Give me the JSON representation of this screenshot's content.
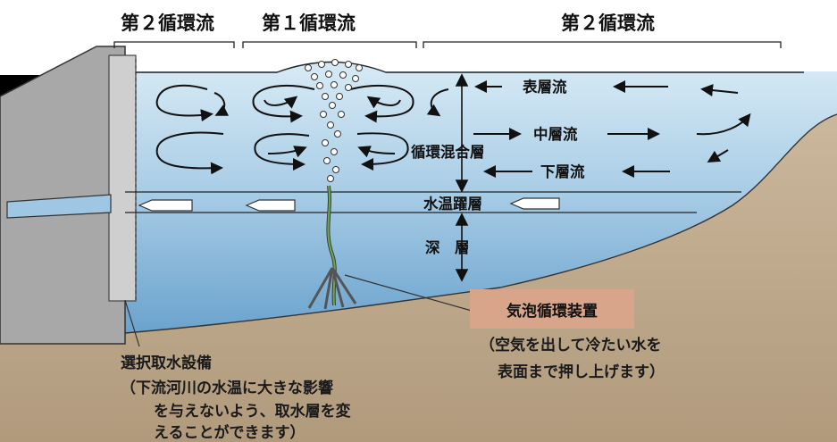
{
  "header": {
    "left_label": "第２循環流",
    "center_label": "第１循環流",
    "right_label": "第２循環流"
  },
  "flows": {
    "surface": "表層流",
    "middle": "中層流",
    "lower": "下層流",
    "mixing_layer": "循環混合層",
    "thermocline": "水温躍層",
    "deep_layer": "深　層"
  },
  "device": {
    "title": "気泡循環装置",
    "desc_line1": "（空気を出して冷たい水を",
    "desc_line2": "表面まで押し上げます）"
  },
  "intake": {
    "title": "選択取水設備",
    "desc_line1": "（下流河川の水温に大きな影響",
    "desc_line2": "を与えないよう、取水層を変",
    "desc_line3": "えることができます）"
  },
  "colors": {
    "water_top": "#cfe6f3",
    "water_deep": "#6aa4cf",
    "ground": "#c3ae92",
    "dam": "#a8a8a8",
    "device_box": "#d8a58a"
  }
}
